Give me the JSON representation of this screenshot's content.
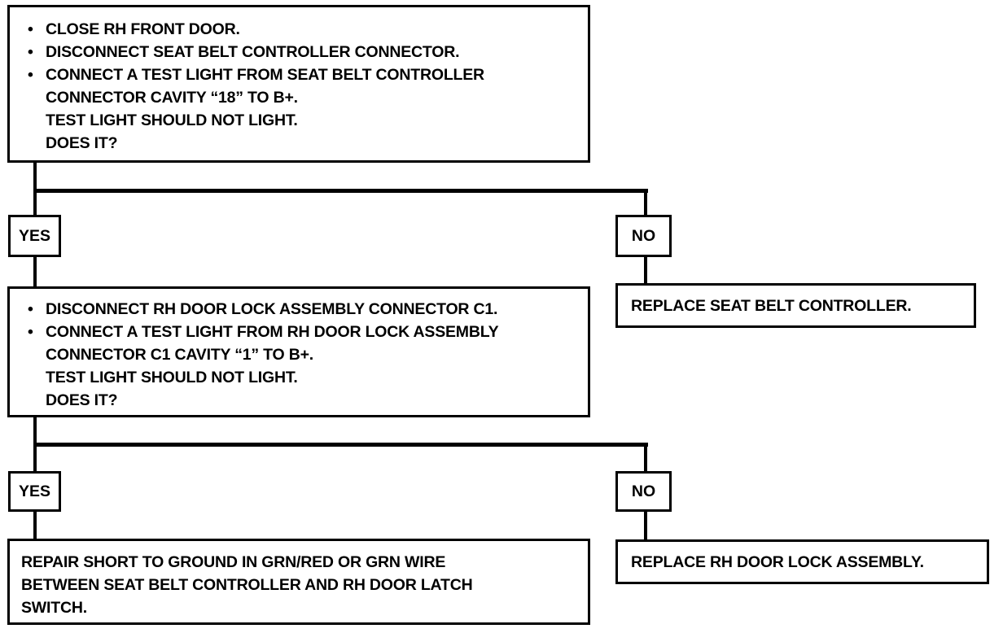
{
  "step1": {
    "bullets": [
      "CLOSE RH FRONT DOOR.",
      "DISCONNECT SEAT BELT CONTROLLER CONNECTOR.",
      "CONNECT A TEST LIGHT FROM SEAT BELT CONTROLLER",
      "CONNECTOR CAVITY “18” TO B+."
    ],
    "expectation": "TEST LIGHT SHOULD NOT LIGHT.",
    "question": "DOES IT?"
  },
  "branch1": {
    "yes_label": "YES",
    "no_label": "NO"
  },
  "no_result1": "REPLACE SEAT BELT CONTROLLER.",
  "step2": {
    "bullets": [
      "DISCONNECT RH DOOR LOCK ASSEMBLY CONNECTOR C1.",
      "CONNECT A TEST LIGHT FROM RH DOOR LOCK ASSEMBLY",
      "CONNECTOR C1 CAVITY “1” TO B+."
    ],
    "expectation": "TEST LIGHT SHOULD NOT LIGHT.",
    "question": "DOES IT?"
  },
  "branch2": {
    "yes_label": "YES",
    "no_label": "NO"
  },
  "yes_result2": {
    "lines": [
      "REPAIR SHORT TO GROUND IN GRN/RED OR GRN WIRE",
      "BETWEEN SEAT BELT CONTROLLER AND RH DOOR LATCH",
      "SWITCH."
    ]
  },
  "no_result2": "REPLACE RH DOOR LOCK ASSEMBLY."
}
